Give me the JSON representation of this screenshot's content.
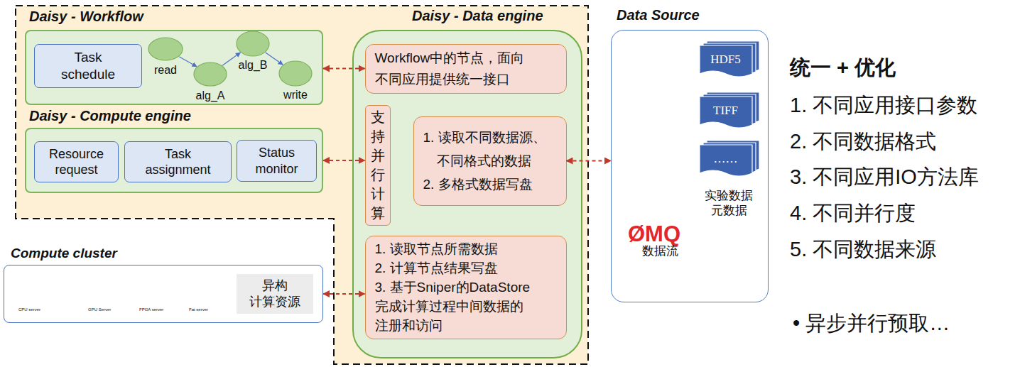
{
  "diagram": {
    "nodes": [
      {
        "text": [
          "Daisy - Workflow"
        ]
      },
      {
        "text": [
          "Task schedule"
        ],
        "in": 0
      },
      {
        "text": [
          "read"
        ],
        "in": 0
      },
      {
        "text": [
          "alg_A"
        ],
        "in": 0
      },
      {
        "text": [
          "alg_B"
        ],
        "in": 0
      },
      {
        "text": [
          "write"
        ],
        "in": 0
      },
      {
        "text": [
          "Daisy - Compute engine"
        ]
      },
      {
        "text": [
          "Resource request"
        ],
        "in": 6
      },
      {
        "text": [
          "Task assignment"
        ],
        "in": 6
      },
      {
        "text": [
          "Status monitor"
        ],
        "in": 6
      },
      {
        "text": [
          "Daisy - Data engine"
        ]
      },
      {
        "text": [
          "Workflow中的节点，面向 不同应用提供统一接口"
        ],
        "in": 10
      },
      {
        "text": [
          "支持并行计算"
        ],
        "in": 10
      },
      {
        "text": [
          "1. 读取不同数据源、 不同格式的数据",
          "2. 多格式数据写盘"
        ],
        "in": 10
      },
      {
        "text": [
          "1. 读取节点所需数据",
          "2. 计算节点结果写盘",
          "3. 基于Sniper的DataStore 完成计算过程中间数据的 注册和访问"
        ],
        "in": 10
      },
      {
        "text": [
          "Data Source"
        ]
      },
      {
        "text": [
          "HDF5"
        ],
        "in": 15
      },
      {
        "text": [
          "TIFF"
        ],
        "in": 15
      },
      {
        "text": [
          "……"
        ],
        "in": 15
      },
      {
        "text": [
          "Compute cluster"
        ]
      },
      {
        "text": [
          "异构 计算资源"
        ],
        "in": 19
      }
    ],
    "edges": [
      {
        "from": 2,
        "to": 3,
        "arrow": "to"
      },
      {
        "from": 3,
        "to": 4,
        "arrow": "to"
      },
      {
        "from": 4,
        "to": 5,
        "arrow": "to"
      },
      {
        "from": 0,
        "to": 11,
        "arrow": "both"
      },
      {
        "from": 6,
        "to": 12,
        "arrow": "both"
      },
      {
        "from": 13,
        "to": 15,
        "arrow": "both"
      },
      {
        "from": 19,
        "to": 14,
        "arrow": "both"
      }
    ],
    "labels": [
      "CPU server",
      "GPU Server",
      "FPGA server",
      "Fat server",
      "GPU",
      "实验数据 元数据",
      "ØMQ",
      "数据流",
      "统一 + 优化",
      "1. 不同应用接口参数",
      "2. 不同数据格式",
      "3. 不同应用IO方法库",
      "4. 不同并行度",
      "5. 不同数据来源",
      "• 异步并行预取…"
    ]
  }
}
